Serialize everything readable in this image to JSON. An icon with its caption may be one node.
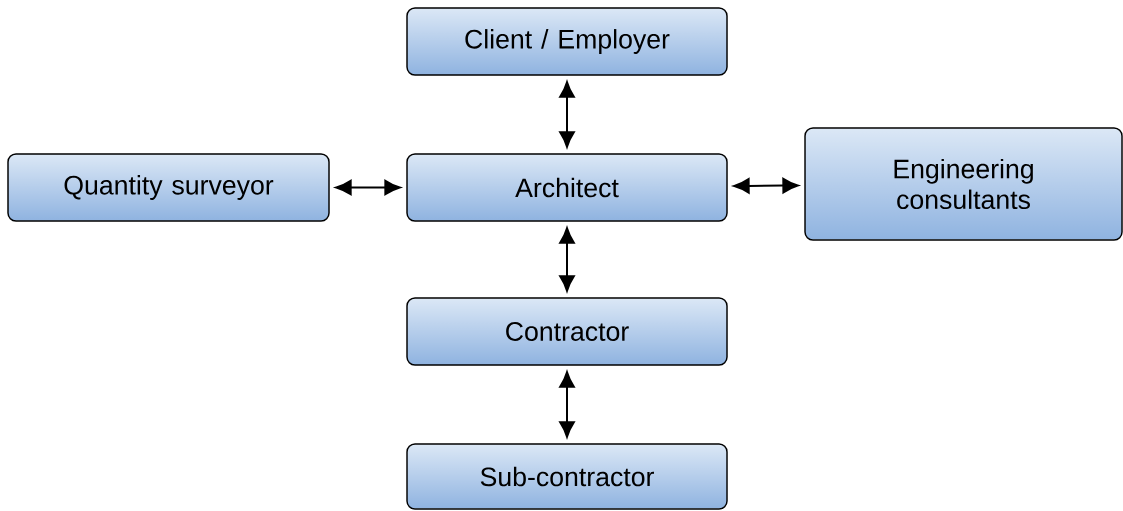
{
  "diagram": {
    "nodes": [
      {
        "text": [
          "Client / Employer"
        ]
      },
      {
        "text": [
          "Quantity surveyor"
        ]
      },
      {
        "text": [
          "Architect"
        ]
      },
      {
        "text": [
          "Engineering consultants"
        ]
      },
      {
        "text": [
          "Contractor"
        ]
      },
      {
        "text": [
          "Sub-contractor"
        ]
      }
    ],
    "edges": [
      {
        "from": 0,
        "to": 2,
        "arrow": "both"
      },
      {
        "from": 1,
        "to": 2,
        "arrow": "both"
      },
      {
        "from": 2,
        "to": 3,
        "arrow": "both"
      },
      {
        "from": 2,
        "to": 4,
        "arrow": "both"
      },
      {
        "from": 4,
        "to": 5,
        "arrow": "both"
      }
    ]
  }
}
